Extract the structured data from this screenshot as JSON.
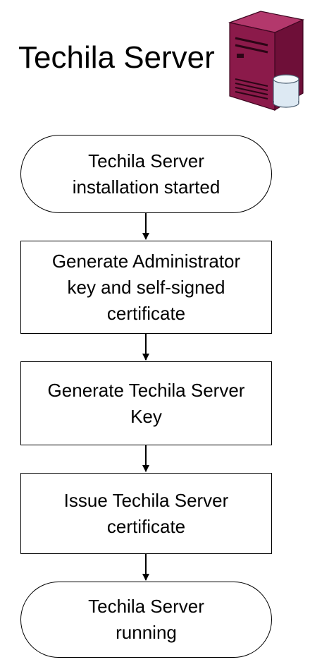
{
  "header": {
    "title": "Techila Server",
    "icon": "server-database-icon",
    "icon_colors": {
      "front": "#8b1a4a",
      "side": "#6e0f38",
      "top": "#b3386c",
      "database": "#dde9f3"
    }
  },
  "flowchart": {
    "nodes": [
      {
        "id": "start",
        "shape": "terminal",
        "lines": [
          "Techila Server",
          "installation started"
        ]
      },
      {
        "id": "admin_key",
        "shape": "process",
        "lines": [
          "Generate Administrator",
          "key and self-signed",
          "certificate"
        ]
      },
      {
        "id": "server_key",
        "shape": "process",
        "lines": [
          "Generate Techila Server",
          "Key"
        ]
      },
      {
        "id": "server_cert",
        "shape": "process",
        "lines": [
          "Issue Techila Server",
          "certificate"
        ]
      },
      {
        "id": "running",
        "shape": "terminal",
        "lines": [
          "Techila Server",
          "running"
        ]
      }
    ],
    "edges": [
      {
        "from": "start",
        "to": "admin_key"
      },
      {
        "from": "admin_key",
        "to": "server_key"
      },
      {
        "from": "server_key",
        "to": "server_cert"
      },
      {
        "from": "server_cert",
        "to": "running"
      }
    ]
  }
}
